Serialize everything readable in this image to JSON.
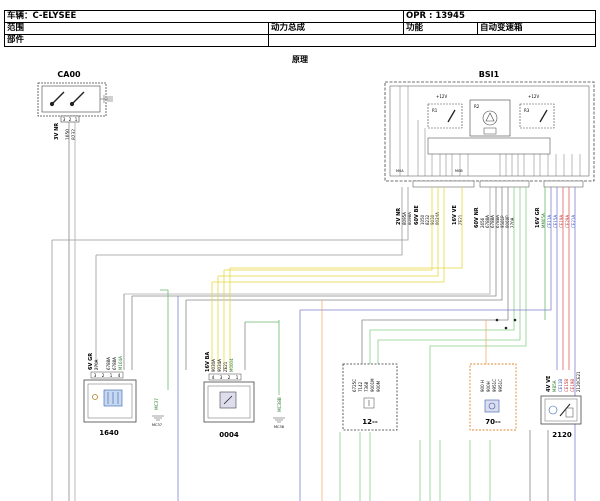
{
  "header": {
    "vehicle": "车辆：C-ELYSEE",
    "opr": "OPR : 13945",
    "scope_label": "范围",
    "scope_value": "动力总成",
    "function_label": "功能",
    "function_value": "自动变速箱",
    "parts_label": "部件"
  },
  "page_title": "原理",
  "components": {
    "ca00": {
      "name": "CA00",
      "pins": [
        "3",
        "2",
        "1"
      ],
      "side_label": "3V NR",
      "wires": [
        "1050",
        "8232"
      ]
    },
    "bsi1": {
      "name": "BSI1",
      "v12a": "+12V",
      "v12b": "+12V",
      "r1": "R1",
      "r2": "R2",
      "r3": "R3",
      "gnd_a": "M0A",
      "gnd_b": "M0B"
    },
    "bsi_conn1": {
      "label": "2V NR",
      "wires": [
        "8095A",
        "8098A"
      ]
    },
    "bsi_conn2": {
      "label": "60V BE",
      "wires": [
        "1050",
        "8232",
        "9030",
        "9034A"
      ]
    },
    "bsi_conn3": {
      "label": "16V VE",
      "wires": [
        "ZE21"
      ]
    },
    "bsi_conn4": {
      "label": "60V NR",
      "wires": [
        "2656",
        "6788A",
        "6788A",
        "6788A",
        "9581P",
        "9069P",
        "270A"
      ]
    },
    "bsi_conn5": {
      "label": "16V GR",
      "wires": [
        "MM05A",
        "CE11A",
        "CE15A",
        "CE19A",
        "CE29A",
        "CE21A"
      ]
    },
    "c1640": {
      "name": "1640",
      "label": "6V GR",
      "pins": [
        "3",
        "2",
        "1",
        "4"
      ],
      "wires": [
        "270A",
        "6788A",
        "6788A",
        "M164A"
      ]
    },
    "c0004": {
      "name": "0004",
      "label": "16V BA",
      "pins": [
        "4",
        "3",
        "2",
        "1"
      ],
      "wires": [
        "9030A",
        "9034A",
        "ZE21",
        "M0004"
      ]
    },
    "c12": {
      "name": "12--",
      "wires": [
        "6725C",
        "7142",
        "7368",
        "9001M",
        "900M"
      ]
    },
    "c70": {
      "name": "70--",
      "wires": [
        "900 H",
        "900H",
        "9951C",
        "9951C"
      ]
    },
    "c2120": {
      "name": "2120",
      "label": "4V VE",
      "wires": [
        "MB5A",
        "CE11B",
        "CE15B",
        "CE19B",
        "2120CE21"
      ]
    },
    "grounds": [
      {
        "label": "MC37",
        "sub": "MC37"
      },
      {
        "label": "MC38B",
        "sub": "MC38"
      }
    ]
  }
}
